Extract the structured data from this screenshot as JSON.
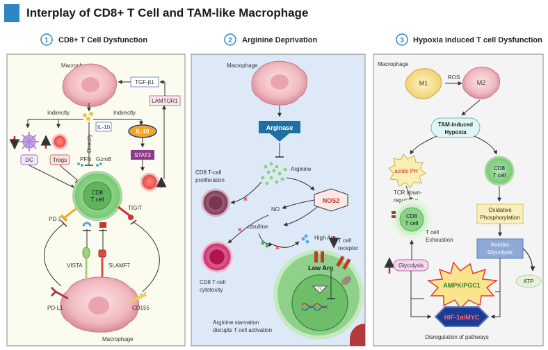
{
  "title": "Interplay of CD8+ T Cell and TAM-like Macrophage",
  "colors": {
    "accent": "#2e86c1",
    "panel1_bg": "#fbfbef",
    "panel2_bg": "#dde9f7",
    "panel3_bg": "#f4f4f4",
    "inhibit": "#c0392b",
    "tcell_green": "#4caf50"
  },
  "panel1": {
    "number": "1",
    "heading": "CD8+ T Cell Dysfunction",
    "macrophage_top": "Macrophage",
    "tgfb1": "TGF-β1",
    "lamtor1": "LAMTOR1",
    "indirectly_left": "Indirectly",
    "indirectly_right": "Indirectly",
    "directly": "Directly",
    "il10_small": "IL-10",
    "il10_oval": "IL-10",
    "stat3": "STAT3",
    "dc": "DC",
    "tregs": "Tregs",
    "pfn": "PFN",
    "gzmb": "GzmB",
    "cd8_line1": "CD8",
    "cd8_line2": "T cell",
    "pd1": "PD-1",
    "tigit": "TIGIT",
    "vista": "VISTA",
    "slamf7": "SLAMF7",
    "pdl1": "PD-L1",
    "cd155": "CD155",
    "macrophage_bottom": "Macrophage"
  },
  "panel2": {
    "number": "2",
    "heading": "Arginine Deprivation",
    "macrophage": "Macrophage",
    "arginase": "Arginase",
    "arginine": "Arginine",
    "prolif_line1": "CD8 T-cell",
    "prolif_line2": "proliferation",
    "nos2": "NOS2",
    "no": "NO",
    "citrulline": "citrulline",
    "high_arg": "High Arg",
    "t_cell_receptor_line1": "T cell",
    "t_cell_receptor_line2": "receptor",
    "low_arg": "Low Arg",
    "tf": "TF",
    "cyto_line1": "CD8 T-cell",
    "cyto_line2": "cytotoxity",
    "starv_line1": "Arginine starvation",
    "starv_line2": "disrupts T cell activation"
  },
  "panel3": {
    "number": "3",
    "heading": "Hypoxia induced T cell Dysfunction",
    "macrophage": "Macrophage",
    "m1": "M1",
    "ros": "ROS",
    "m2": "M2",
    "hypoxia_line1": "TAM-induced",
    "hypoxia_line2": "Hypoxia",
    "acidic_ph": "acidic PH",
    "cd8_right_line1": "CD8",
    "cd8_right_line2": "T cell",
    "tcr_line1": "TCR down-",
    "tcr_line2": "regulation",
    "cd8_left_line1": "CD8",
    "cd8_left_line2": "T cell",
    "exhaustion_line1": "T cell",
    "exhaustion_line2": "Exhaustion",
    "oxphos_line1": "Oxidative",
    "oxphos_line2": "Phosphorylation",
    "aerobic_line1": "Aerobic",
    "aerobic_line2": "Glycolysis",
    "glycolysis": "Glycolysis",
    "ampk": "AMPK/PGC1",
    "atp": "ATP",
    "hif": "HIF-1α/MYC",
    "disregulation": "Disregulation of pathways"
  }
}
